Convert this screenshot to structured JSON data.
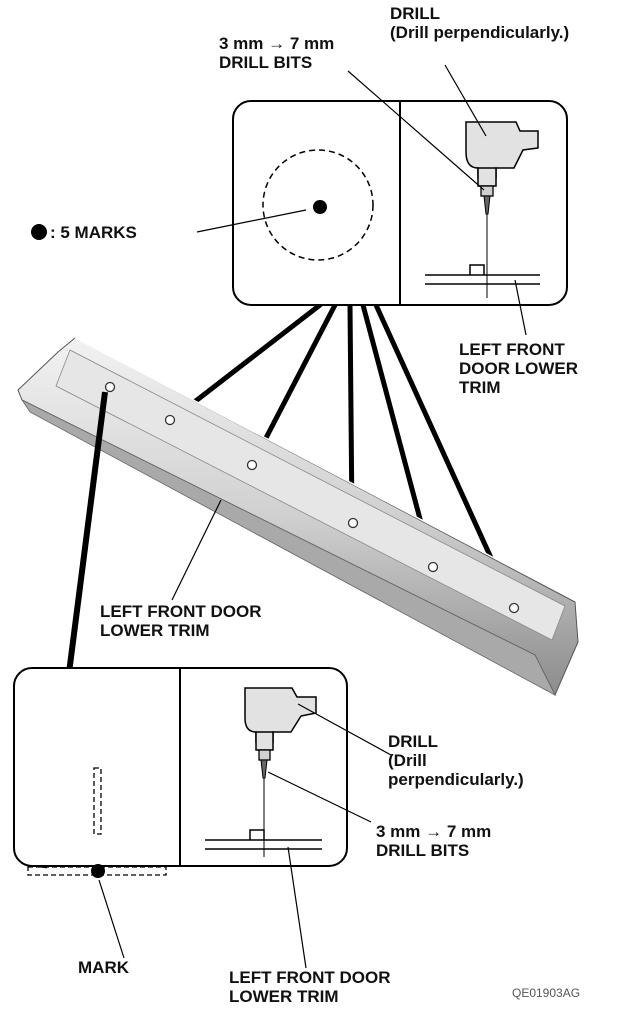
{
  "labels": {
    "top_drill": [
      "DRILL",
      "(Drill perpendicularly.)"
    ],
    "top_bits": [
      "3 mm → 7 mm",
      "DRILL BITS"
    ],
    "marks": ": 5 MARKS",
    "top_trim": [
      "LEFT FRONT",
      "DOOR LOWER",
      "TRIM"
    ],
    "middle_trim": [
      "LEFT FRONT DOOR",
      "LOWER TRIM"
    ],
    "bottom_drill": [
      "DRILL",
      "(Drill",
      "perpendicularly.)"
    ],
    "bottom_bits": [
      "3 mm → 7 mm",
      "DRILL BITS"
    ],
    "mark": "MARK",
    "bottom_trim": [
      "LEFT FRONT DOOR",
      "LOWER TRIM"
    ]
  },
  "figure_code": "QE01903AG",
  "colors": {
    "ink": "#111111",
    "trim_fill": "#d4d4d4",
    "trim_shade": "#9a9a9a"
  }
}
